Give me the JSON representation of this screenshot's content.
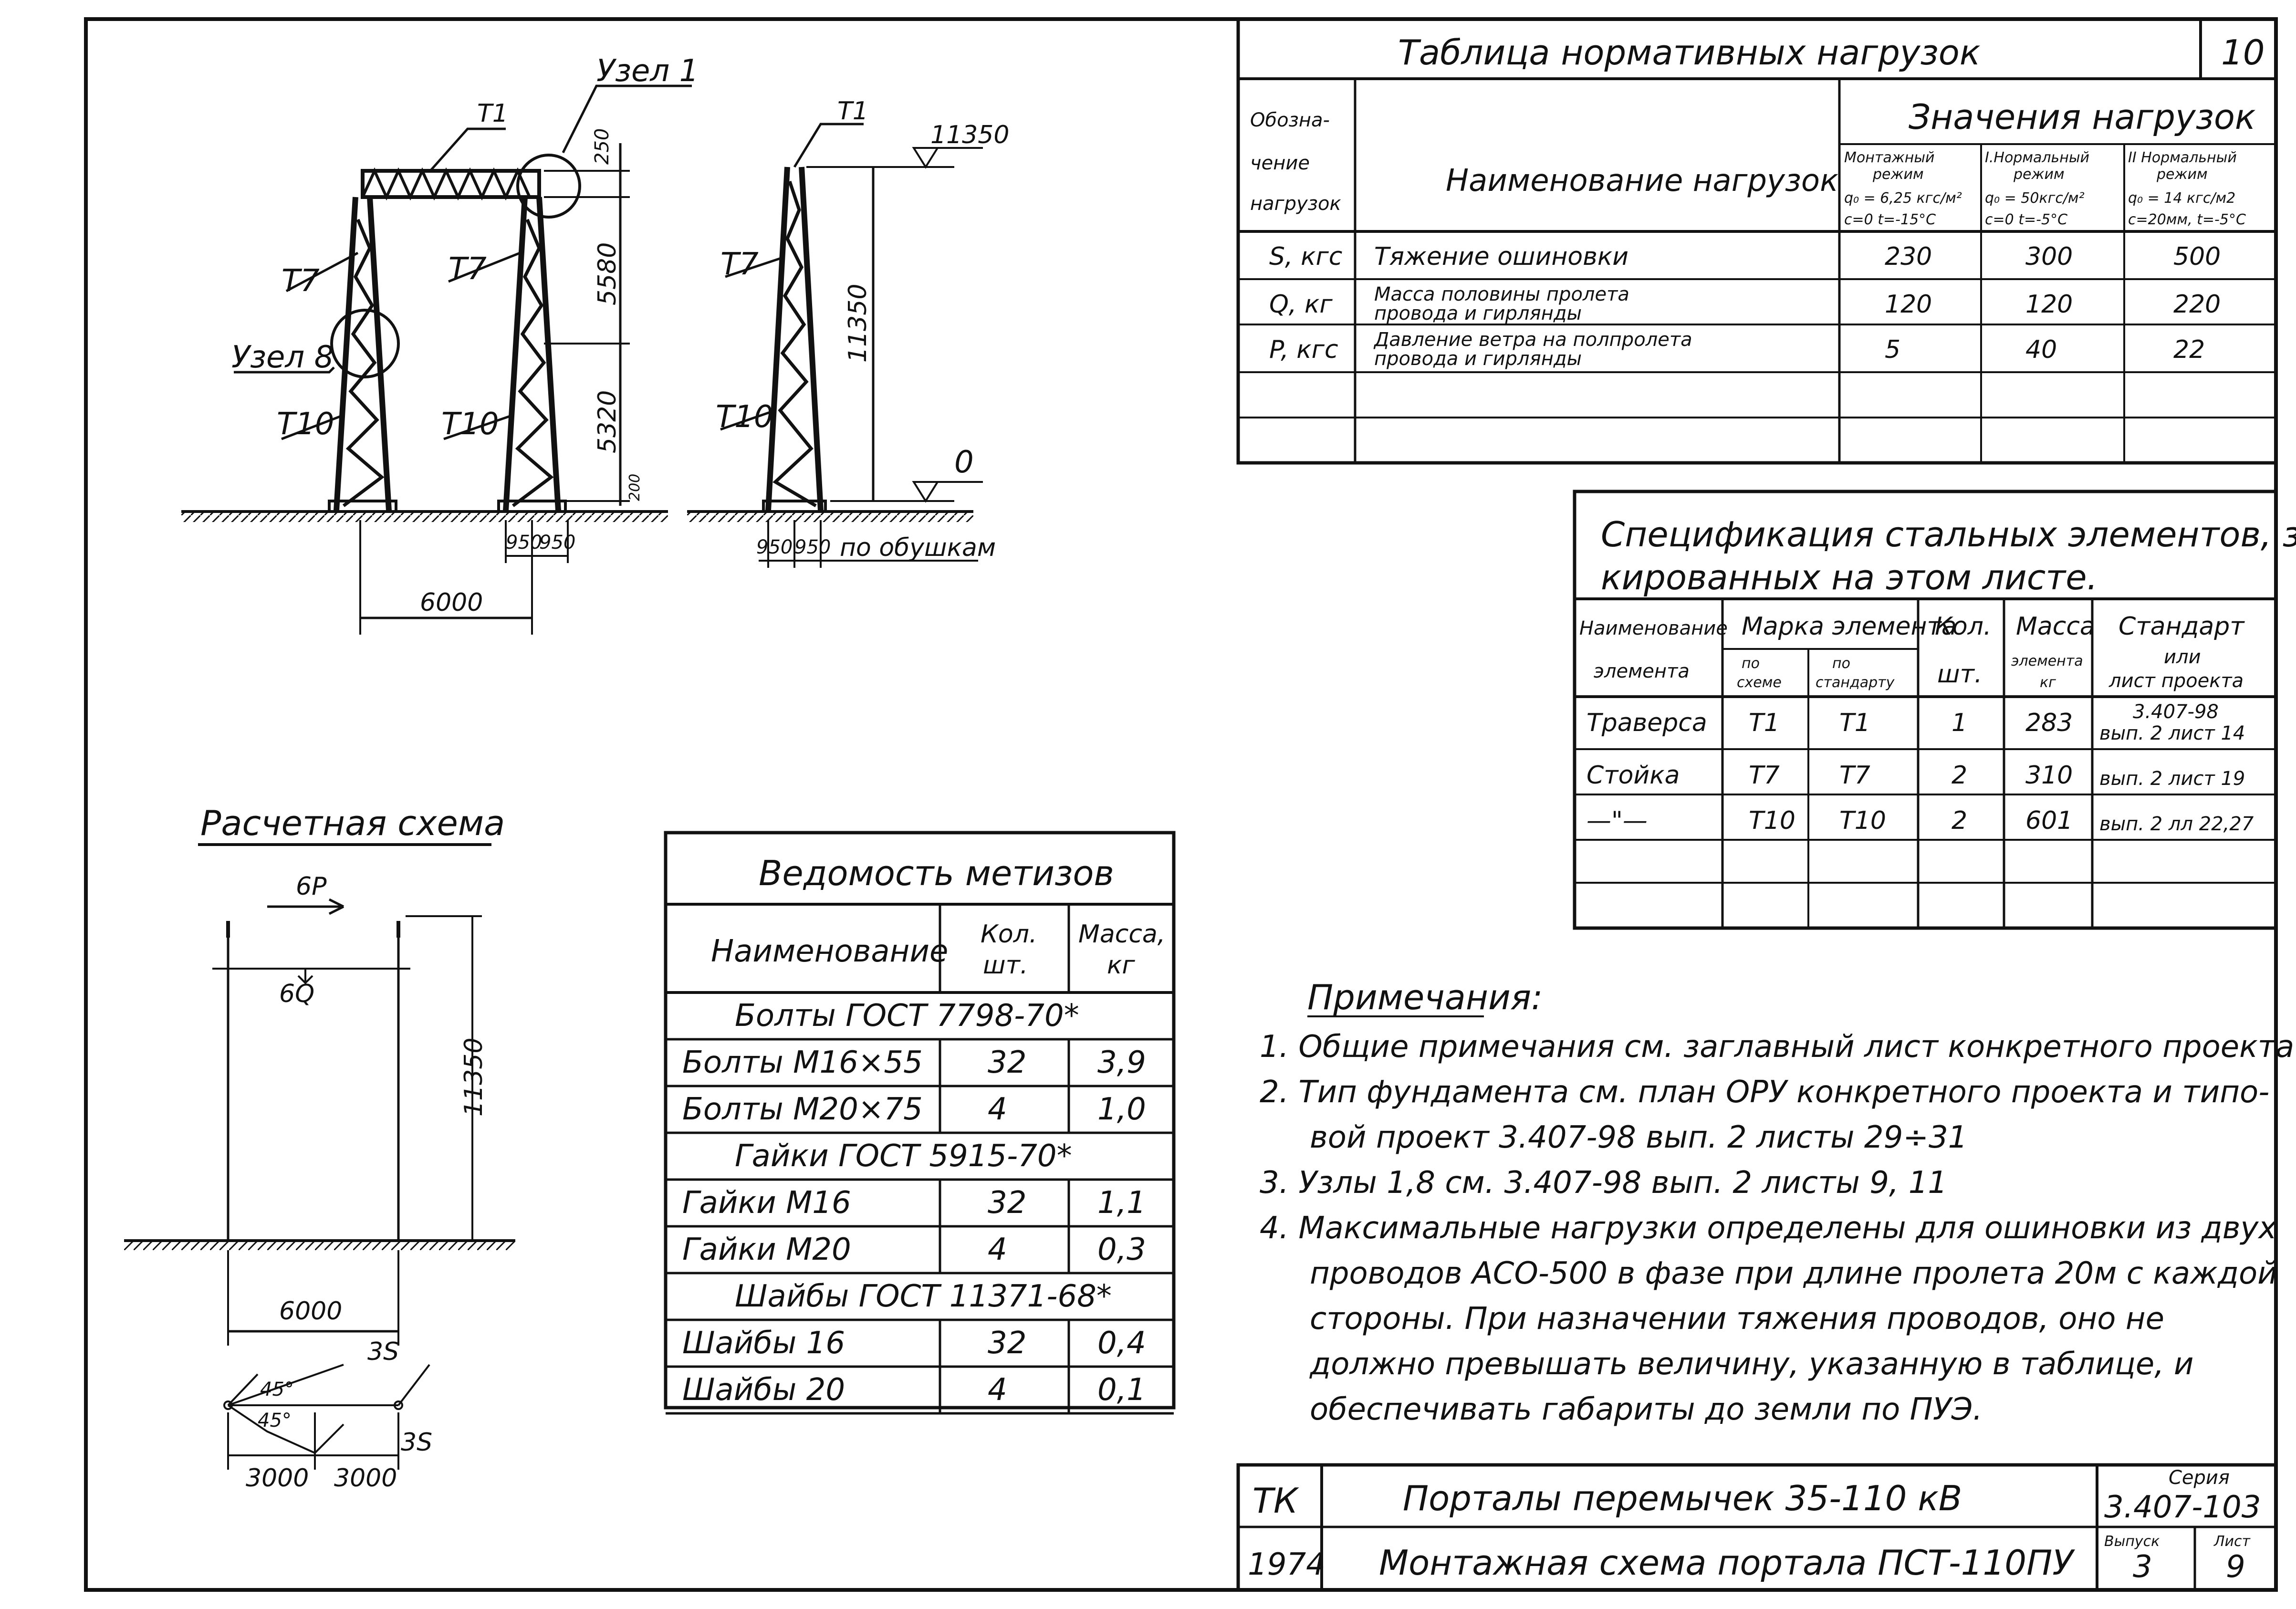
{
  "loads_table": {
    "title": "Таблица нормативных нагрузок",
    "sheet_number": "10",
    "header_designation": "Обозна-\nчение\nнагрузок",
    "header_name": "Наименование нагрузок",
    "header_values": "Значения нагрузок",
    "modes": [
      {
        "line1": "Монтажный",
        "line2": "режим",
        "line3": "q₀ = 6,25 кгс/м²",
        "line4": "c=0 t=-15°C"
      },
      {
        "line1": "I.Нормальный",
        "line2": "режим",
        "line3": "q₀ = 50кгс/м²",
        "line4": "c=0 t=-5°C"
      },
      {
        "line1": "II Нормальный",
        "line2": "режим",
        "line3": "q₀ = 14 кгс/м2",
        "line4": "c=20мм, t=-5°C"
      }
    ],
    "rows": [
      {
        "designation": "S, кгс",
        "name": "Тяжение ошиновки",
        "name2": "",
        "values": [
          "230",
          "300",
          "500"
        ]
      },
      {
        "designation": "Q, кг",
        "name": "Масса половины пролета",
        "name2": "провода и гирлянды",
        "values": [
          "120",
          "120",
          "220"
        ]
      },
      {
        "designation": "P, кгс",
        "name": "Давление ветра на полпролета",
        "name2": "провода и гирлянды",
        "values": [
          "5",
          "40",
          "22"
        ]
      }
    ]
  },
  "spec_table": {
    "title_line1": "Спецификация стальных элементов, замар-",
    "title_line2": "кированных на этом листе.",
    "h_name": "Наименование элемента",
    "h_mark": "Марка элемента",
    "h_mark_scheme": "по схеме",
    "h_mark_standard": "по стандарту",
    "h_qty": "Кол. шт.",
    "h_mass": "Масса элемента кг",
    "h_standard": "Стандарт или лист проекта",
    "rows": [
      {
        "name": "Траверса",
        "scheme": "T1",
        "standard": "T1",
        "qty": "1",
        "mass": "283",
        "ref1": "3.407-98",
        "ref2": "вып. 2 лист 14"
      },
      {
        "name": "Стойка",
        "scheme": "T7",
        "standard": "T7",
        "qty": "2",
        "mass": "310",
        "ref1": "",
        "ref2": "вып. 2 лист 19"
      },
      {
        "name": "—\"—",
        "scheme": "T10",
        "standard": "T10",
        "qty": "2",
        "mass": "601",
        "ref1": "",
        "ref2": "вып. 2 лл 22,27"
      }
    ]
  },
  "hardware_table": {
    "title": "Ведомость метизов",
    "h_name": "Наименование",
    "h_qty": "Кол. шт.",
    "h_mass": "Масса, кг",
    "groups": [
      {
        "group": "Болты ГОСТ 7798-70*",
        "items": [
          {
            "name": "Болты М16×55",
            "qty": "32",
            "mass": "3,9"
          },
          {
            "name": "Болты М20×75",
            "qty": "4",
            "mass": "1,0"
          }
        ]
      },
      {
        "group": "Гайки ГОСТ 5915-70*",
        "items": [
          {
            "name": "Гайки М16",
            "qty": "32",
            "mass": "1,1"
          },
          {
            "name": "Гайки М20",
            "qty": "4",
            "mass": "0,3"
          }
        ]
      },
      {
        "group": "Шайбы ГОСТ 11371-68*",
        "items": [
          {
            "name": "Шайбы 16",
            "qty": "32",
            "mass": "0,4"
          },
          {
            "name": "Шайбы 20",
            "qty": "4",
            "mass": "0,1"
          }
        ]
      }
    ]
  },
  "notes": {
    "heading": "Примечания:",
    "lines": [
      "1. Общие примечания см. заглавный лист конкретного проекта",
      "2. Тип фундамента см. план ОРУ конкретного проекта и типо-",
      "вой проект 3.407-98 вып. 2 листы 29÷31",
      "3. Узлы 1,8 см. 3.407-98 вып. 2 листы 9, 11",
      "4. Максимальные нагрузки определены для ошиновки из двух",
      "проводов АСО-500 в фазе при длине пролета 20м с каждой",
      "стороны. При назначении тяжения проводов, оно не",
      "должно превышать величину, указанную в таблице, и",
      "обеспечивать габариты до земли по ПУЭ."
    ]
  },
  "title_block": {
    "org": "ТК",
    "year": "1974",
    "title1": "Порталы перемычек 35-110 кВ",
    "title2": "Монтажная схема портала ПСТ-110ПУ",
    "series_label": "Серия",
    "series_value": "3.407-103",
    "issue_label": "Выпуск",
    "issue_value": "3",
    "sheet_label": "Лист",
    "sheet_value": "9"
  },
  "portal_front": {
    "beam_label": "T1",
    "node1_label": "Узел 1",
    "node8_label": "Узел 8",
    "t7_left": "T7",
    "t7_right": "T7",
    "t10_left": "T10",
    "t10_right": "T10",
    "dim_250": "250",
    "dim_5580": "5580",
    "dim_5320": "5320",
    "dim_200": "200",
    "dim_950a": "950",
    "dim_950b": "950",
    "dim_6000": "6000"
  },
  "portal_side": {
    "t1": "T1",
    "t7": "T7",
    "t10": "T10",
    "level_top": "11350",
    "level_zero": "0",
    "height": "11350",
    "dim_950a": "950",
    "dim_950b": "950",
    "by_flanges": "по обушкам"
  },
  "calc_scheme": {
    "title": "Расчетная схема",
    "load_p": "6P",
    "load_q": "6Q",
    "height": "11350",
    "span": "6000",
    "s_label": "3S",
    "s_label2": "3S",
    "angle1": "45°",
    "angle2": "45°",
    "dim_3000a": "3000",
    "dim_3000b": "3000"
  }
}
